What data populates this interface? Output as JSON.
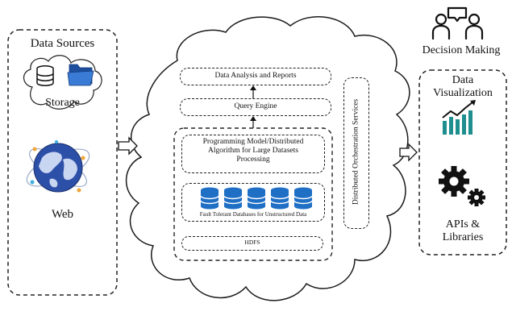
{
  "left_panel": {
    "title": "Data Sources",
    "storage_label": "Storage",
    "web_label": "Web"
  },
  "cloud": {
    "data_analysis": "Data Analysis and Reports",
    "query_engine": "Query Engine",
    "programming_model": "Programming Model/Distributed Algorithm for Large Datasets Processing",
    "fault_tolerant_db": "Fault Tolerant Databases for Unstructured Data",
    "hdfs": "HDFS",
    "orchestration": "Distributed Orchestration Services"
  },
  "right_panel": {
    "decision_making": "Decision Making",
    "data_visualization": "Data Visualization",
    "apis_libraries": "APIs & Libraries"
  },
  "icons": {
    "database": "database-icon",
    "folder": "folder-icon",
    "globe": "globe-icon",
    "people": "people-chat-icon",
    "chart": "bar-chart-icon",
    "gears": "gears-icon"
  },
  "colors": {
    "db_blue": "#1f6fc5",
    "chart_teal": "#1f8e8e",
    "folder_blue": "#2a62b8"
  }
}
